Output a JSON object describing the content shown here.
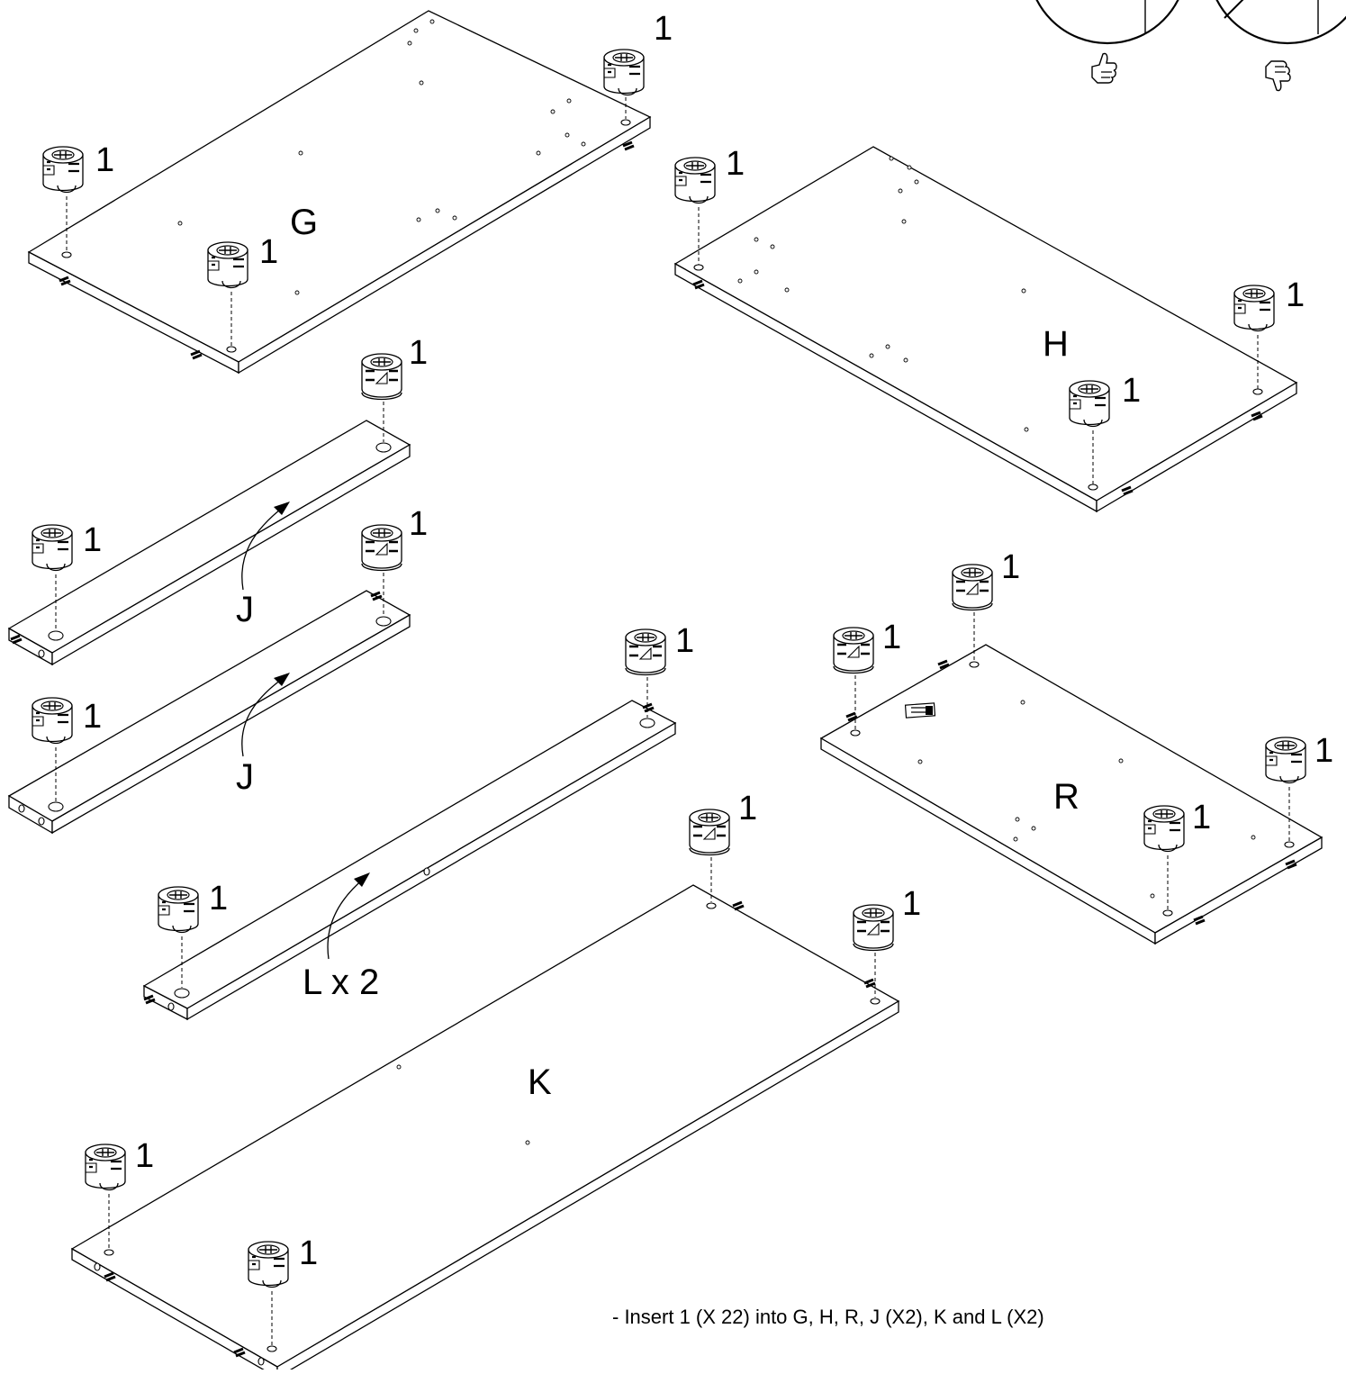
{
  "instruction": "- Insert 1 (X 22) into G, H, R, J (X2), K and L (X2)",
  "part_number": "1",
  "panels": {
    "G": "G",
    "H": "H",
    "J": "J",
    "K": "K",
    "L": "L x 2",
    "R": "R"
  },
  "icons": {
    "correct": "thumbs-up-icon",
    "incorrect": "thumbs-down-icon",
    "cam_lock": "cam-lock-fitting-icon"
  }
}
